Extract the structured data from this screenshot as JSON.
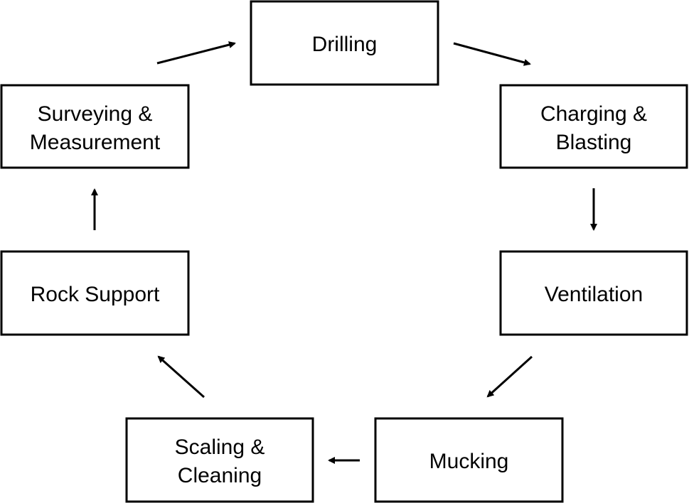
{
  "diagram": {
    "nodes": [
      {
        "id": "drilling",
        "lines": [
          "Drilling"
        ]
      },
      {
        "id": "charging-blasting",
        "lines": [
          "Charging &",
          "Blasting"
        ]
      },
      {
        "id": "ventilation",
        "lines": [
          "Ventilation"
        ]
      },
      {
        "id": "mucking",
        "lines": [
          "Mucking"
        ]
      },
      {
        "id": "scaling-cleaning",
        "lines": [
          "Scaling &",
          "Cleaning"
        ]
      },
      {
        "id": "rock-support",
        "lines": [
          "Rock Support"
        ]
      },
      {
        "id": "surveying-measurement",
        "lines": [
          "Surveying &",
          "Measurement"
        ]
      }
    ],
    "edges": [
      {
        "from": "drilling",
        "to": "charging-blasting"
      },
      {
        "from": "charging-blasting",
        "to": "ventilation"
      },
      {
        "from": "ventilation",
        "to": "mucking"
      },
      {
        "from": "mucking",
        "to": "scaling-cleaning"
      },
      {
        "from": "scaling-cleaning",
        "to": "rock-support"
      },
      {
        "from": "rock-support",
        "to": "surveying-measurement"
      },
      {
        "from": "surveying-measurement",
        "to": "drilling"
      }
    ],
    "colors": {
      "stroke": "#000000",
      "fill": "#ffffff",
      "text": "#000000"
    }
  }
}
